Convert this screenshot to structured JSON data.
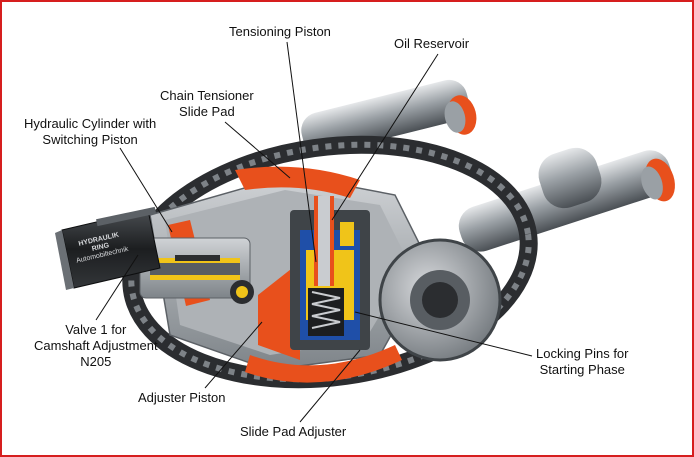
{
  "frame_color": "#d61e1e",
  "colors": {
    "metal_light": "#c9ccd0",
    "metal_mid": "#8e9398",
    "metal_dark": "#3f4448",
    "orange": "#e8501c",
    "blue": "#1f4fa8",
    "yellow": "#f0c419",
    "chain": "#2b2d30"
  },
  "valve_housing_text": {
    "line1": "HYDRAULIK",
    "line2": "RING",
    "line3": "Automobiltechnik"
  },
  "labels": {
    "tensioning_piston": "Tensioning Piston",
    "oil_reservoir": "Oil Reservoir",
    "chain_tensioner_slide_pad": [
      "Chain Tensioner",
      "Slide Pad"
    ],
    "hydraulic_cylinder": [
      "Hydraulic Cylinder with",
      "Switching Piston"
    ],
    "valve_1": [
      "Valve 1 for",
      "Camshaft Adjustment",
      "N205"
    ],
    "adjuster_piston": "Adjuster Piston",
    "slide_pad_adjuster": "Slide Pad Adjuster",
    "locking_pins": [
      "Locking Pins for",
      "Starting Phase"
    ]
  }
}
